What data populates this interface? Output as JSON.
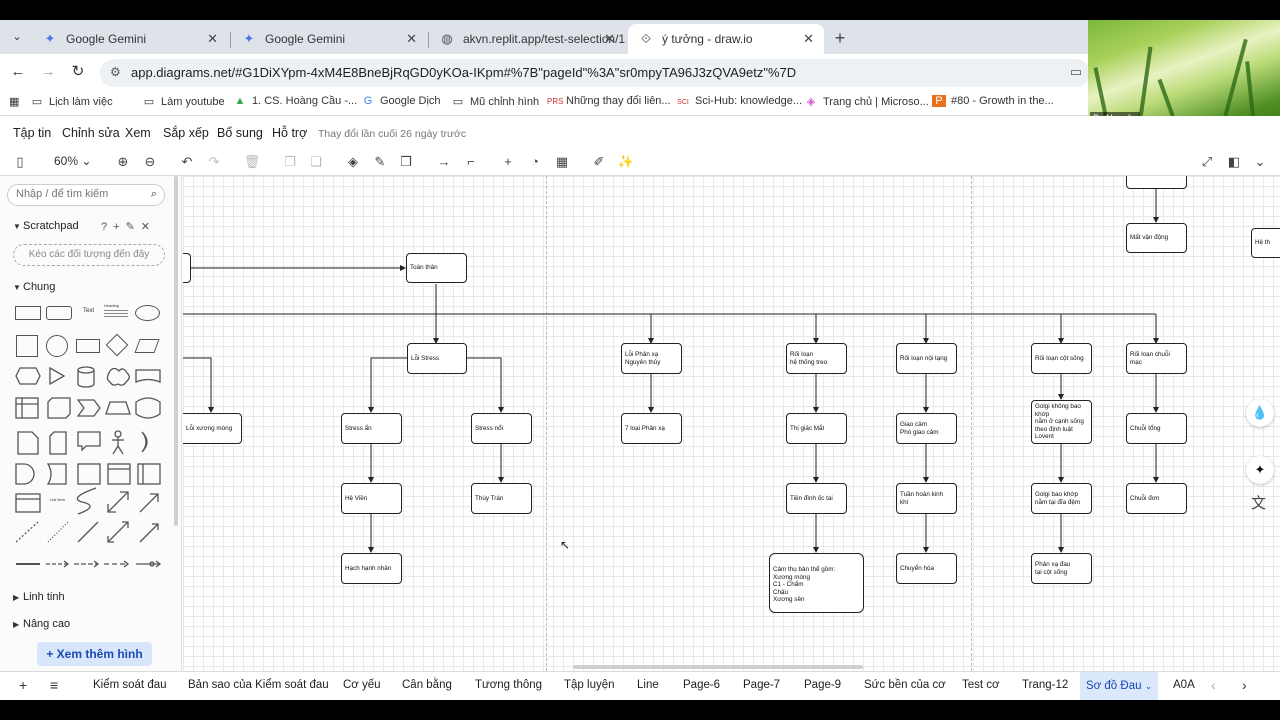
{
  "browser": {
    "tabs": [
      {
        "title": "Google Gemini",
        "icon": "gemini-icon",
        "active": false
      },
      {
        "title": "Google Gemini",
        "icon": "gemini-icon",
        "active": false
      },
      {
        "title": "akvn.replit.app/test-selection/1",
        "icon": "globe-icon",
        "active": false
      },
      {
        "title": "ý tưởng - draw.io",
        "icon": "drawio-icon",
        "active": true
      }
    ],
    "url": "app.diagrams.net/#G1DiXYpm-4xM4E8BneBjRqGD0yKOa-IKpm#%7B\"pageId\"%3A\"sr0mpyTA96J3zQVA9etz\"%7D",
    "bookmarks": [
      {
        "label": "Lịch làm việc",
        "icon": "folder-icon"
      },
      {
        "label": "Làm youtube",
        "icon": "folder-icon"
      },
      {
        "label": "1. CS. Hoàng Cầu -...",
        "icon": "drive-icon"
      },
      {
        "label": "Google Dịch",
        "icon": "translate-icon"
      },
      {
        "label": "Mũ chỉnh hình",
        "icon": "folder-icon"
      },
      {
        "label": "Những thay đổi liên...",
        "icon": "prs-icon"
      },
      {
        "label": "Sci-Hub: knowledge...",
        "icon": "scihub-icon"
      },
      {
        "label": "Trang chủ | Microso...",
        "icon": "copilot-icon"
      },
      {
        "label": "#80 - Growth in the...",
        "icon": "podcast-icon"
      }
    ],
    "video_name": "Bs Nguyên"
  },
  "drawio": {
    "menus": [
      "Tập tin",
      "Chỉnh sửa",
      "Xem",
      "Sắp xếp",
      "Bổ sung",
      "Hỗ trợ"
    ],
    "last_change": "Thay đổi lần cuối 26 ngày trước",
    "zoom": "60%",
    "sidebar": {
      "search_placeholder": "Nhập / để tìm kiếm",
      "scratchpad": "Scratchpad",
      "drop_hint": "Kéo các đối tượng đến đây",
      "general": "Chung",
      "misc": "Linh tinh",
      "advanced": "Nâng cao",
      "more_shapes": "+ Xem thêm hình",
      "shape_text": "Text",
      "shape_heading": "Heading",
      "shape_list": "List Item"
    },
    "nodes": {
      "toan_than": "Toàn thân",
      "loi_stress": "Lỗi Stress",
      "loi_phan_xa": "Lỗi Phản xạ\nNguyên thủy",
      "roi_loan_he_thong_treo": "Rối loạn\nhệ thống treo",
      "roi_loan_noi_tang": "Rối loạn nội tạng",
      "roi_loan_cot_song": "Rối loạn cột sống",
      "roi_loan_chuoi_mac": "Rối loạn chuỗi mạc",
      "mat_van_dong": "Mất vận động",
      "right_edge_partial": "Hệ th",
      "loi_xuong_mong": "Lỗi xương móng",
      "stress_an": "Stress ẩn",
      "stress_noi": "Stress nổi",
      "bay_loai_phan_xa": "7 loại Phản xạ",
      "thi_giac_mat": "Thị giác Mắt",
      "giao_cam": "Giao cảm\nPhó giao cảm",
      "golgi_khong_bao_khop": "Golgi không bao\nkhớp\nnằm ở cạnh sống\ntheo định luật\nLovent",
      "chuoi_tong": "Chuỗi tổng",
      "he_vien": "Hệ Viền",
      "thuy_tran": "Thùy Trán",
      "tien_dinh_oc_tai": "Tiền đình ốc tai",
      "tuan_hoan_kinh_khi": "Tuần hoàn kinh khí",
      "golgi_bao_khop": "Golgi bao khớp\nnằm tại đĩa đệm",
      "chuoi_don": "Chuỗi đơn",
      "hach_hanh_nhan": "Hạch hạnh nhân",
      "cam_thu_ban_the": "Cảm thụ bản thể gồm:\nXương móng\nC1 - Chẩm\nChậu\nXương sên",
      "chuyen_hoa": "Chuyển hóa",
      "phan_xa_dau": "Phản xạ đau\ntại cột sống"
    },
    "pages": [
      "Kiểm soát đau",
      "Bản sao của Kiểm soát đau",
      "Cơ yếu",
      "Cân bằng",
      "Tương thông",
      "Tập luyện",
      "Line",
      "Page-6",
      "Page-7",
      "Page-9",
      "Sức bền của cơ",
      "Test cơ",
      "Trang-12",
      "Sơ đồ Đau",
      "A0A"
    ],
    "active_page": "Sơ đồ Đau"
  }
}
